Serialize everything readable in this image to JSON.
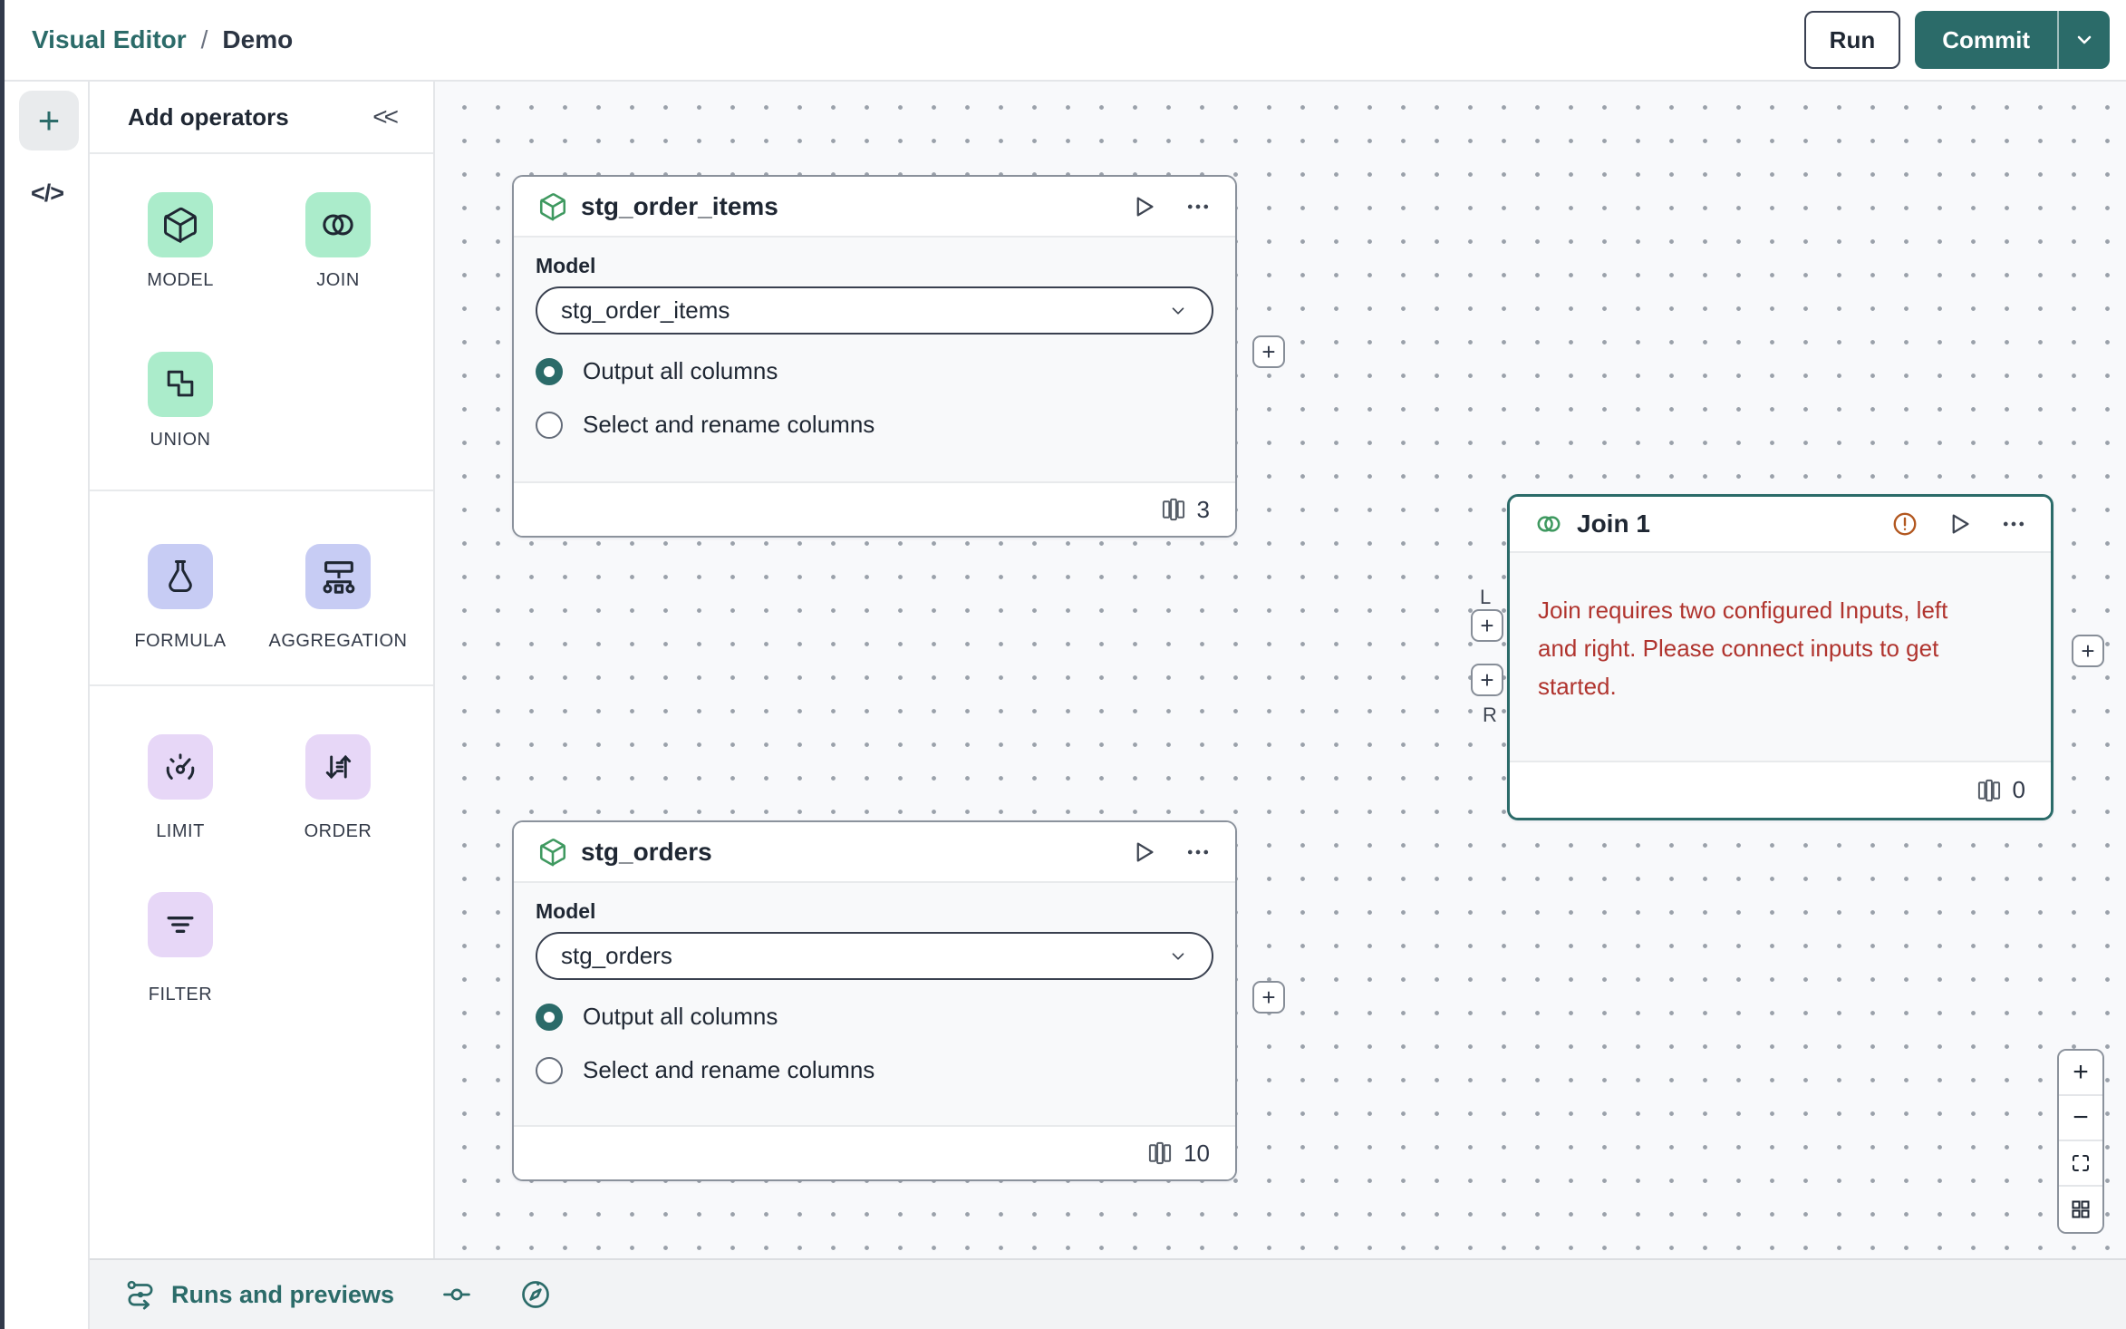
{
  "colors": {
    "teal": "#2b6b69",
    "error_red": "#b0342e",
    "warning_orange": "#b2571f",
    "node_icon_green": "#3f9960",
    "tile_mint": "#abeccb",
    "tile_periwinkle": "#c7ccf4",
    "tile_purple": "#e7d7f7",
    "canvas_bg": "#f8f9fb"
  },
  "header": {
    "breadcrumb_section": "Visual Editor",
    "breadcrumb_separator": "/",
    "breadcrumb_page": "Demo",
    "run_label": "Run",
    "commit_label": "Commit"
  },
  "left_rail": {
    "add_label": "+",
    "code_label": "</>"
  },
  "operators": {
    "title": "Add operators",
    "collapse_label": "<<",
    "items": {
      "model": "MODEL",
      "join": "JOIN",
      "union": "UNION",
      "formula": "FORMULA",
      "aggregation": "AGGREGATION",
      "limit": "LIMIT",
      "order": "ORDER",
      "filter": "FILTER"
    }
  },
  "nodes": {
    "stg_order_items": {
      "title": "stg_order_items",
      "model_label": "Model",
      "model_value": "stg_order_items",
      "option_all": "Output all columns",
      "option_select": "Select and rename columns",
      "columns_count": "3"
    },
    "stg_orders": {
      "title": "stg_orders",
      "model_label": "Model",
      "model_value": "stg_orders",
      "option_all": "Output all columns",
      "option_select": "Select and rename columns",
      "columns_count": "10"
    },
    "join": {
      "title": "Join 1",
      "error_message": "Join requires two configured Inputs, left and right. Please connect inputs to get started.",
      "columns_count": "0",
      "left_handle_label": "L",
      "right_handle_label": "R"
    }
  },
  "bottom_bar": {
    "runs_label": "Runs and previews"
  },
  "zoom_controls": {
    "zoom_in": "+",
    "zoom_out": "−"
  }
}
